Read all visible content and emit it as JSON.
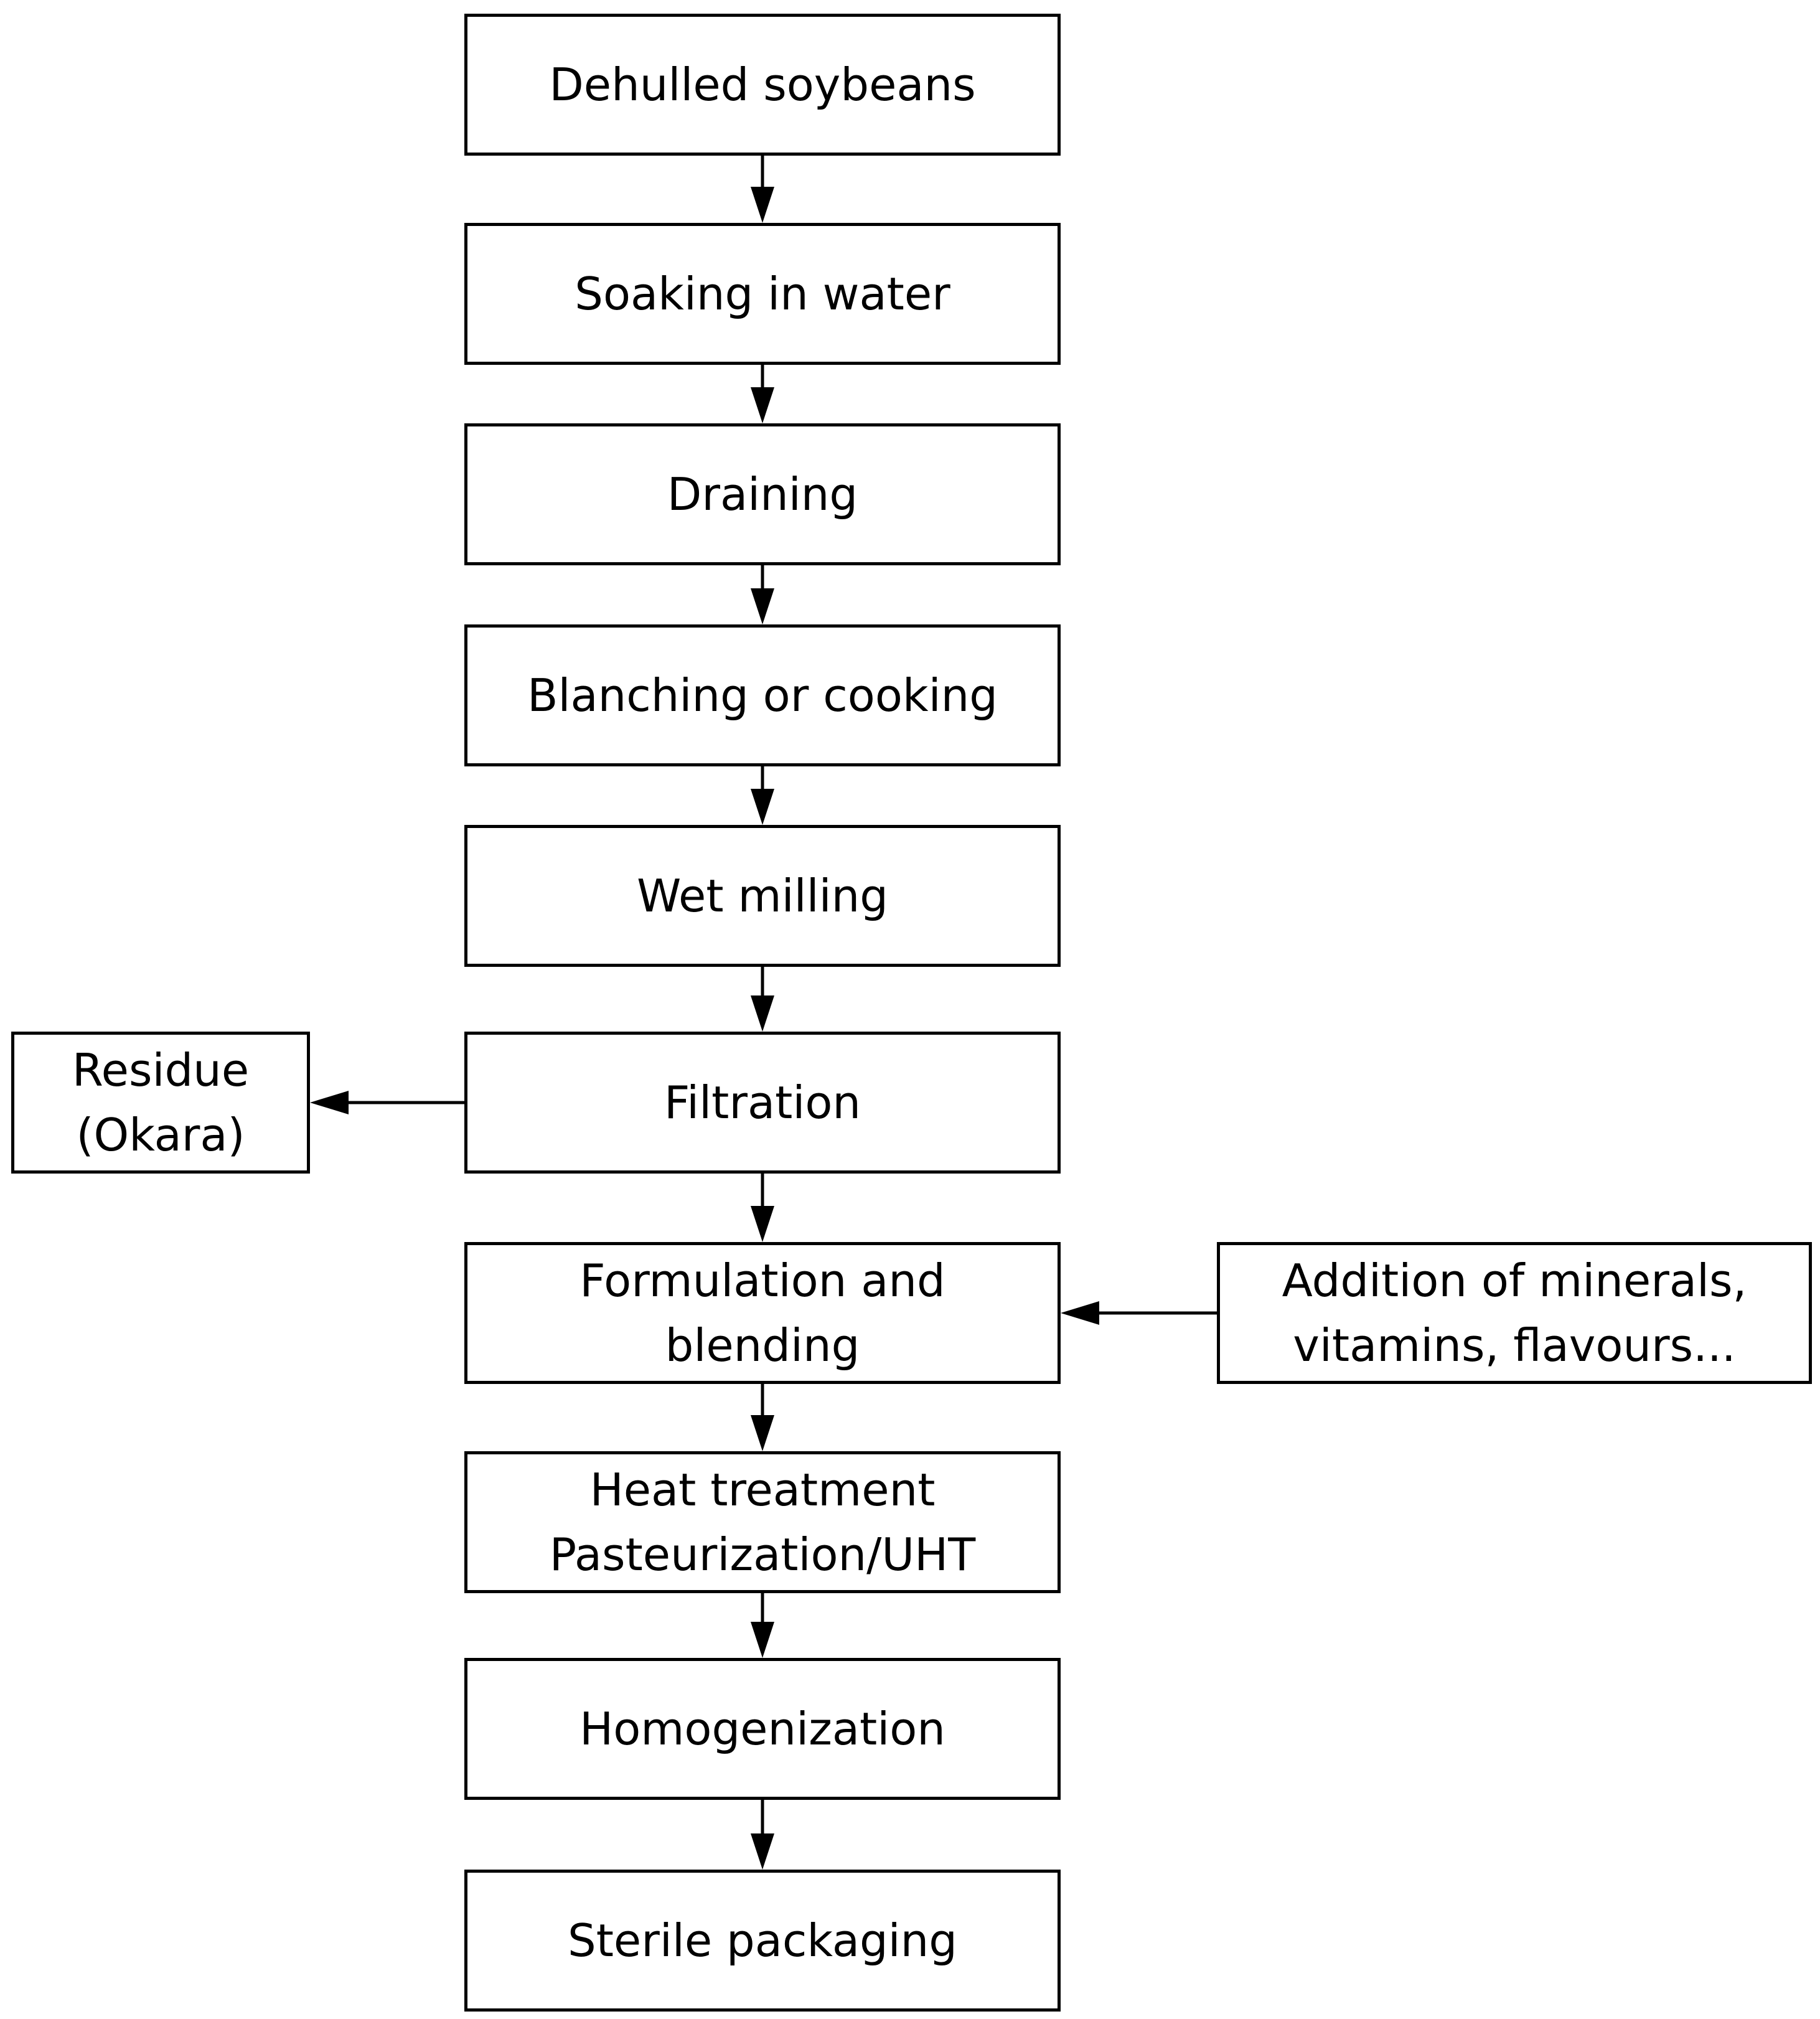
{
  "diagram": {
    "steps": [
      "Dehulled soybeans",
      "Soaking in water",
      "Draining",
      "Blanching or cooking",
      "Wet milling",
      "Filtration",
      "Formulation and\nblending",
      "Heat treatment\nPasteurization/UHT",
      "Homogenization",
      "Sterile packaging"
    ],
    "side": {
      "residue": "Residue\n(Okara)",
      "addition": "Addition of minerals,\nvitamins, flavours..."
    }
  }
}
